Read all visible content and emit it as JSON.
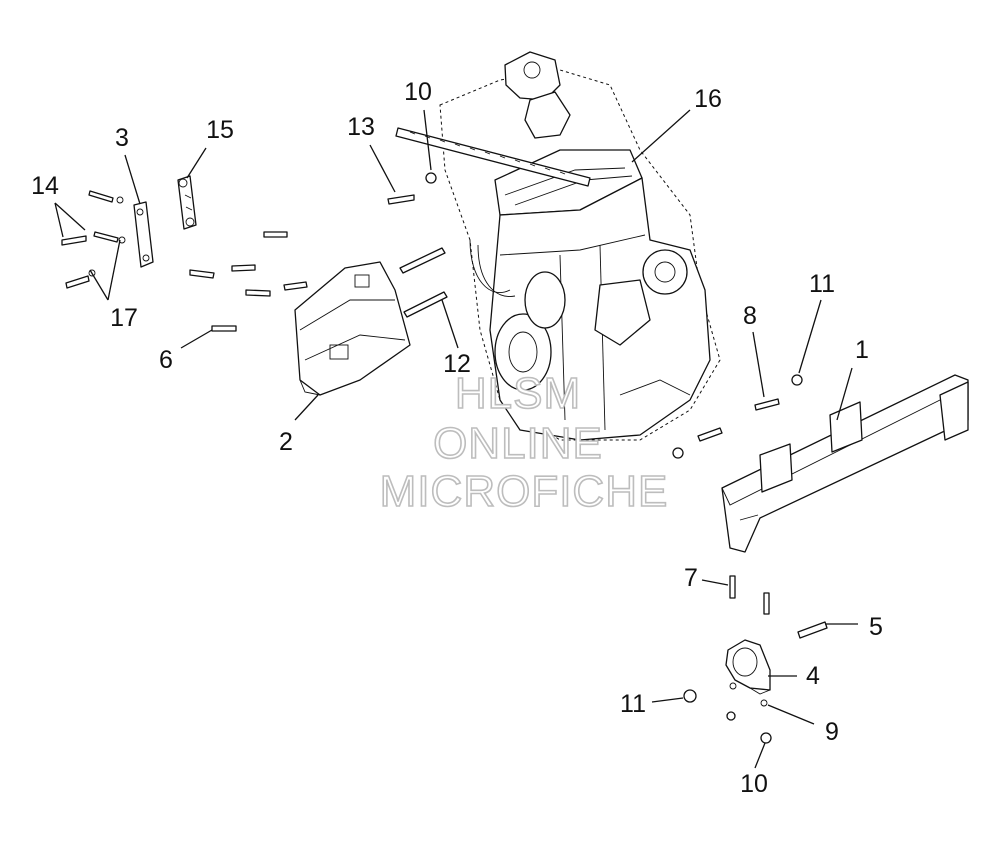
{
  "callouts": [
    {
      "id": "c1",
      "text": "1"
    },
    {
      "id": "c2",
      "text": "2"
    },
    {
      "id": "c3",
      "text": "3"
    },
    {
      "id": "c4",
      "text": "4"
    },
    {
      "id": "c5",
      "text": "5"
    },
    {
      "id": "c6",
      "text": "6"
    },
    {
      "id": "c7",
      "text": "7"
    },
    {
      "id": "c8",
      "text": "8"
    },
    {
      "id": "c9",
      "text": "9"
    },
    {
      "id": "c10a",
      "text": "10"
    },
    {
      "id": "c10b",
      "text": "10"
    },
    {
      "id": "c11a",
      "text": "11"
    },
    {
      "id": "c11b",
      "text": "11"
    },
    {
      "id": "c12",
      "text": "12"
    },
    {
      "id": "c13",
      "text": "13"
    },
    {
      "id": "c14",
      "text": "14"
    },
    {
      "id": "c15",
      "text": "15"
    },
    {
      "id": "c16",
      "text": "16"
    },
    {
      "id": "c17",
      "text": "17"
    }
  ],
  "watermark": {
    "line1": "HLSM",
    "line2": "ONLINE",
    "line3": "MICROFICHE"
  }
}
